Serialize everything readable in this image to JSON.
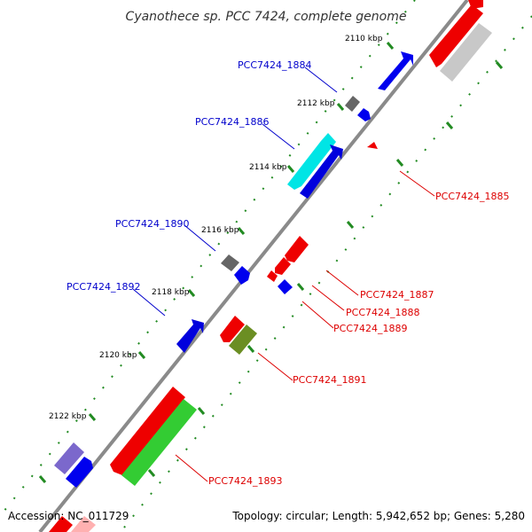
{
  "title": "Cyanothece sp. PCC 7424, complete genome",
  "footer": {
    "accession": "Accession: NC_011729",
    "summary": "Topology: circular; Length: 5,942,652 bp; Genes: 5,280"
  },
  "ticks": [
    {
      "label": "2110 kbp"
    },
    {
      "label": "2112 kbp"
    },
    {
      "label": "2114 kbp"
    },
    {
      "label": "2116 kbp"
    },
    {
      "label": "2118 kbp"
    },
    {
      "label": "2120 kbp"
    },
    {
      "label": "2122 kbp"
    }
  ],
  "genes": [
    {
      "id": "PCC7424_1884",
      "strand": "forward",
      "color": "#0000cc"
    },
    {
      "id": "PCC7424_1885",
      "strand": "reverse",
      "color": "#dd0000"
    },
    {
      "id": "PCC7424_1886",
      "strand": "forward",
      "color": "#0000cc"
    },
    {
      "id": "PCC7424_1887",
      "strand": "reverse",
      "color": "#dd0000"
    },
    {
      "id": "PCC7424_1888",
      "strand": "reverse",
      "color": "#dd0000"
    },
    {
      "id": "PCC7424_1889",
      "strand": "reverse",
      "color": "#dd0000"
    },
    {
      "id": "PCC7424_1890",
      "strand": "forward",
      "color": "#0000cc"
    },
    {
      "id": "PCC7424_1891",
      "strand": "reverse",
      "color": "#dd0000"
    },
    {
      "id": "PCC7424_1892",
      "strand": "forward",
      "color": "#0000cc"
    },
    {
      "id": "PCC7424_1893",
      "strand": "reverse",
      "color": "#dd0000"
    }
  ],
  "colors": {
    "backbone": "#808080",
    "forward_cds": "#0000ff",
    "reverse_cds": "#ff0000",
    "gray_feature": "#666666",
    "cyan_feature": "#00e5e5",
    "green_feature": "#33cc33",
    "olive_feature": "#6b8e23",
    "lavender_feature": "#7b68cc",
    "light_gray_feature": "#c8c8c8",
    "pink_feature": "#ffb0b0",
    "tick_mark": "#228b22"
  }
}
